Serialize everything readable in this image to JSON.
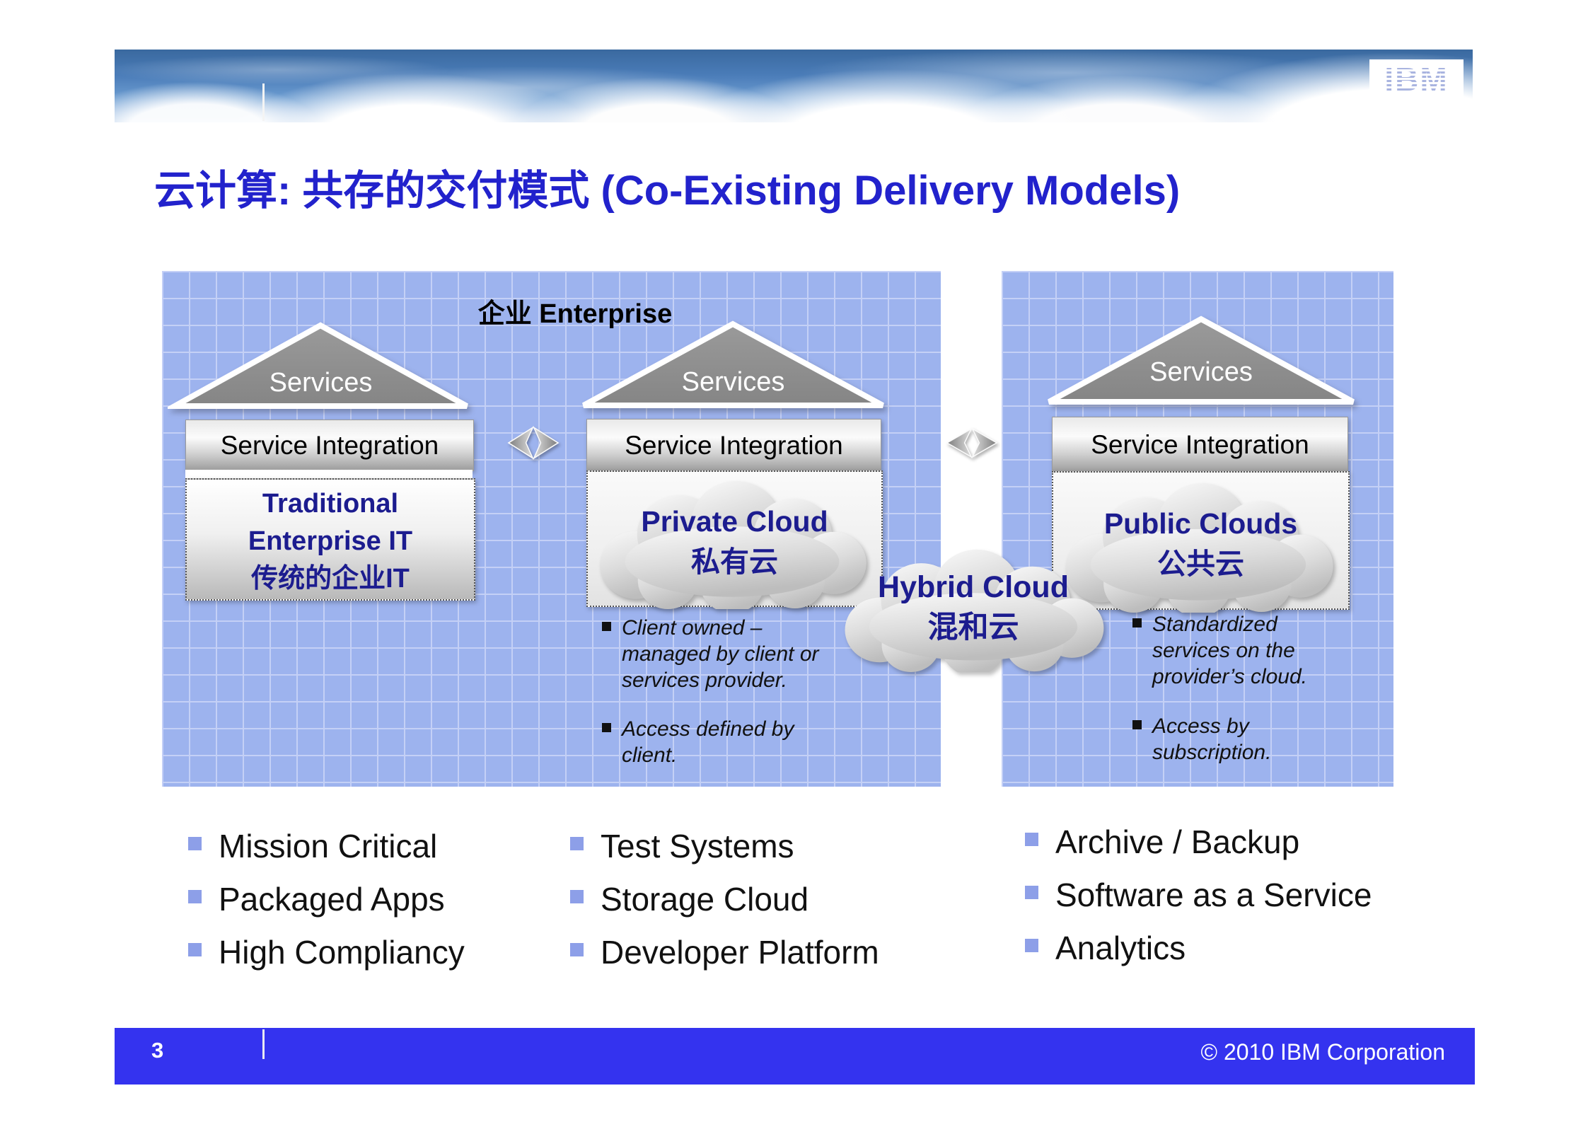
{
  "header": {
    "logo_text": "IBM"
  },
  "title": "云计算: 共存的交付模式 (Co-Existing Delivery Models)",
  "enterprise_label": "企业 Enterprise",
  "houses": [
    {
      "roof_label": "Services",
      "bar_label": "Service Integration",
      "body": "Traditional\nEnterprise IT\n传统的企业IT",
      "bullets": [
        "Mission Critical",
        "Packaged Apps",
        "High Compliancy"
      ]
    },
    {
      "roof_label": "Services",
      "bar_label": "Service Integration",
      "cloud_label": "Private Cloud\n私有云",
      "notes": [
        "Client owned –\nmanaged by client or\nservices provider.",
        "Access defined by\nclient."
      ],
      "bullets": [
        "Test Systems",
        "Storage Cloud",
        "Developer Platform"
      ]
    },
    {
      "roof_label": "Services",
      "bar_label": "Service Integration",
      "cloud_label": "Public Clouds\n公共云",
      "notes": [
        "Standardized\nservices on the\nprovider’s cloud.",
        "Access by\nsubscription."
      ],
      "bullets": [
        "Archive / Backup",
        "Software as a Service",
        "Analytics"
      ]
    }
  ],
  "hybrid_cloud_label": "Hybrid  Cloud\n混和云",
  "footer": {
    "page_number": "3",
    "copyright": "© 2010 IBM Corporation"
  },
  "colors": {
    "title_blue": "#2222cc",
    "navy_text": "#1c1c8f",
    "panel_blue": "#9db3ee",
    "grid_line": "#c4d0f6",
    "footer_blue": "#3433ef",
    "bullet_square": "#8d9fe8",
    "roof_gray": "#8f8f8f",
    "ibm_logo_stripe": "#a9b4e0"
  }
}
